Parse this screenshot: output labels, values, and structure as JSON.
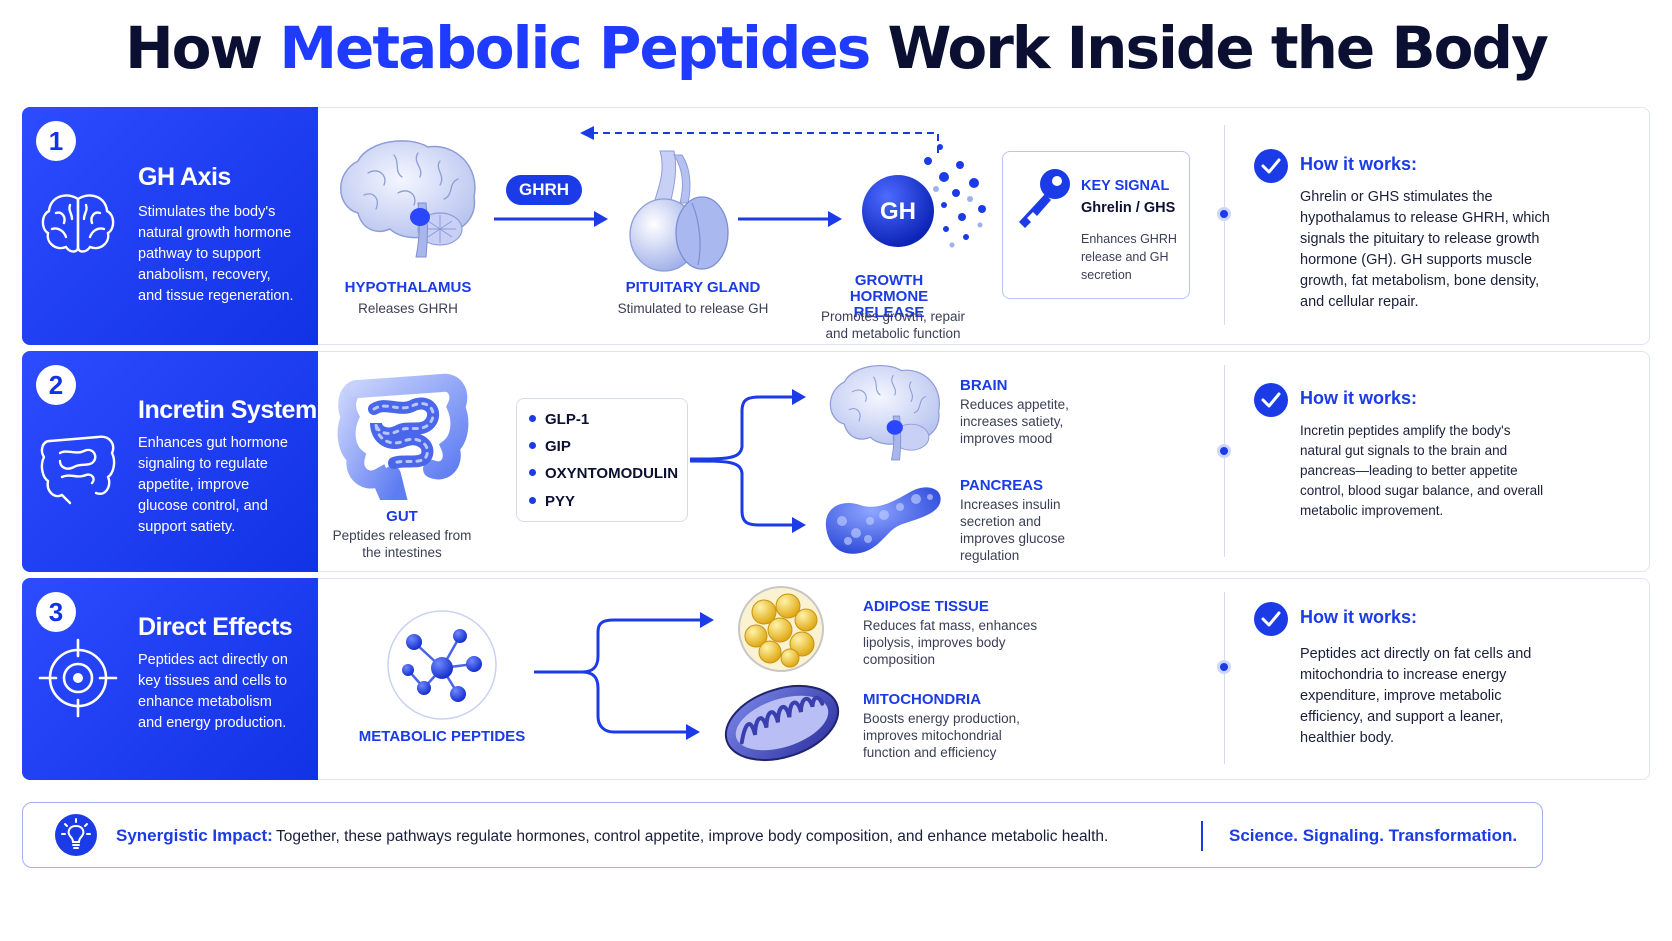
{
  "title": {
    "part1": "How ",
    "accent": "Metabolic Peptides",
    "part2": " Work Inside the Body"
  },
  "sections": [
    {
      "number": "1",
      "title": "GH Axis",
      "description": "Stimulates the body's natural growth hormone pathway to support anabolism, recovery, and tissue regeneration.",
      "icon": "brain-icon",
      "pathway_label": "GHRH",
      "nodes": [
        {
          "name": "HYPOTHALAMUS",
          "desc": "Releases GHRH"
        },
        {
          "name": "PITUITARY GLAND",
          "desc": "Stimulated to release GH"
        },
        {
          "name": "GROWTH HORMONE RELEASE",
          "badge": "GH",
          "desc": "Promotes growth, repair and metabolic function"
        }
      ],
      "key_signal": {
        "heading": "KEY SIGNAL",
        "name": "Ghrelin / GHS",
        "desc": "Enhances GHRH release and GH secretion"
      },
      "how_title": "How it works:",
      "how_text": "Ghrelin or GHS stimulates the hypothalamus to release GHRH, which signals the pituitary to release growth hormone (GH). GH supports muscle growth, fat metabolism, bone density, and cellular repair."
    },
    {
      "number": "2",
      "title": "Incretin System",
      "description": "Enhances gut hormone signaling to regulate appetite, improve glucose control, and support satiety.",
      "icon": "intestine-icon",
      "source": {
        "name": "GUT",
        "desc": "Peptides released from the intestines"
      },
      "peptides": [
        "GLP-1",
        "GIP",
        "OXYNTOMODULIN",
        "PYY"
      ],
      "targets": [
        {
          "name": "BRAIN",
          "desc": "Reduces appetite, increases satiety, improves mood"
        },
        {
          "name": "PANCREAS",
          "desc": "Increases insulin secretion and improves glucose regulation"
        }
      ],
      "how_title": "How it works:",
      "how_text": "Incretin peptides amplify the body's natural gut signals to the brain and pancreas—leading to better appetite control, blood sugar balance, and overall metabolic improvement."
    },
    {
      "number": "3",
      "title": "Direct Effects",
      "description": "Peptides act directly on key tissues and cells to enhance metabolism and energy production.",
      "icon": "target-icon",
      "source": {
        "name": "METABOLIC PEPTIDES"
      },
      "targets": [
        {
          "name": "ADIPOSE TISSUE",
          "desc": "Reduces fat mass, enhances lipolysis, improves body composition"
        },
        {
          "name": "MITOCHONDRIA",
          "desc": "Boosts energy production, improves mitochondrial function and efficiency"
        }
      ],
      "how_title": "How it works:",
      "how_text": "Peptides act directly on fat cells and mitochondria to increase energy expenditure, improve metabolic efficiency, and support a leaner, healthier body."
    }
  ],
  "footer": {
    "label": "Synergistic Impact:",
    "text": "Together, these pathways regulate hormones, control appetite, improve body composition, and enhance metabolic health.",
    "tagline": "Science. Signaling. Transformation.",
    "icon": "lightbulb-icon"
  },
  "colors": {
    "accent": "#1f3bff",
    "primary": "#1a3be6",
    "dark": "#0b1033"
  }
}
